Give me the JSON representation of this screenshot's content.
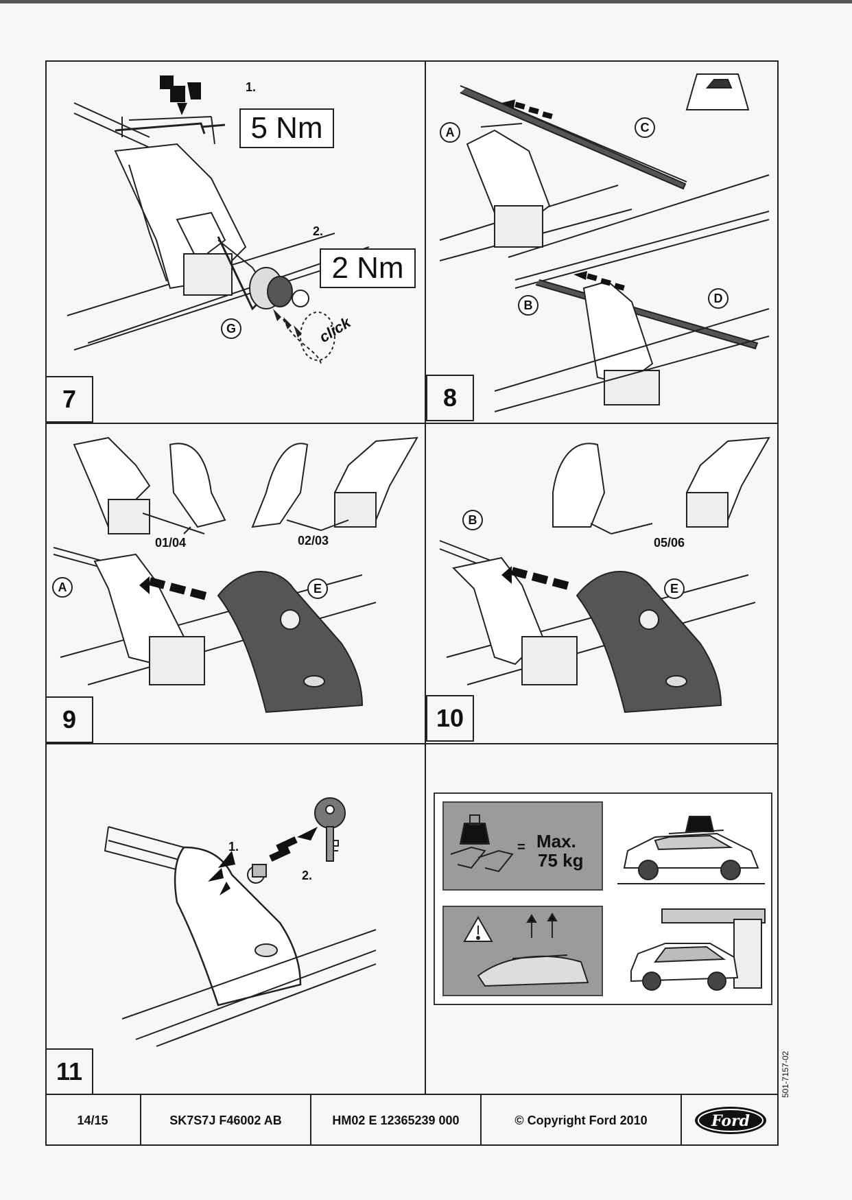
{
  "steps": {
    "s7": {
      "number": "7",
      "sub1": "1.",
      "torque1": "5 Nm",
      "sub2": "2.",
      "torque2": "2 Nm",
      "part_g": "G",
      "click": "click"
    },
    "s8": {
      "number": "8",
      "part_a": "A",
      "part_c": "C",
      "part_b": "B",
      "part_d": "D"
    },
    "s9": {
      "number": "9",
      "codes_left": "01/04",
      "codes_right": "02/03",
      "part_a": "A",
      "part_e": "E"
    },
    "s10": {
      "number": "10",
      "part_b": "B",
      "codes": "05/06",
      "part_e": "E"
    },
    "s11": {
      "number": "11",
      "sub1": "1.",
      "sub2": "2."
    }
  },
  "load_warning": {
    "equals": "=",
    "max_line1": "Max.",
    "max_line2": "75 kg"
  },
  "footer": {
    "page": "14/15",
    "part_number": "SK7S7J F46002 AB",
    "code": "HM02 E 12365239 000",
    "copyright": "© Copyright Ford 2010",
    "logo_text": "Ford"
  },
  "doc_ref": "501-7157-02"
}
